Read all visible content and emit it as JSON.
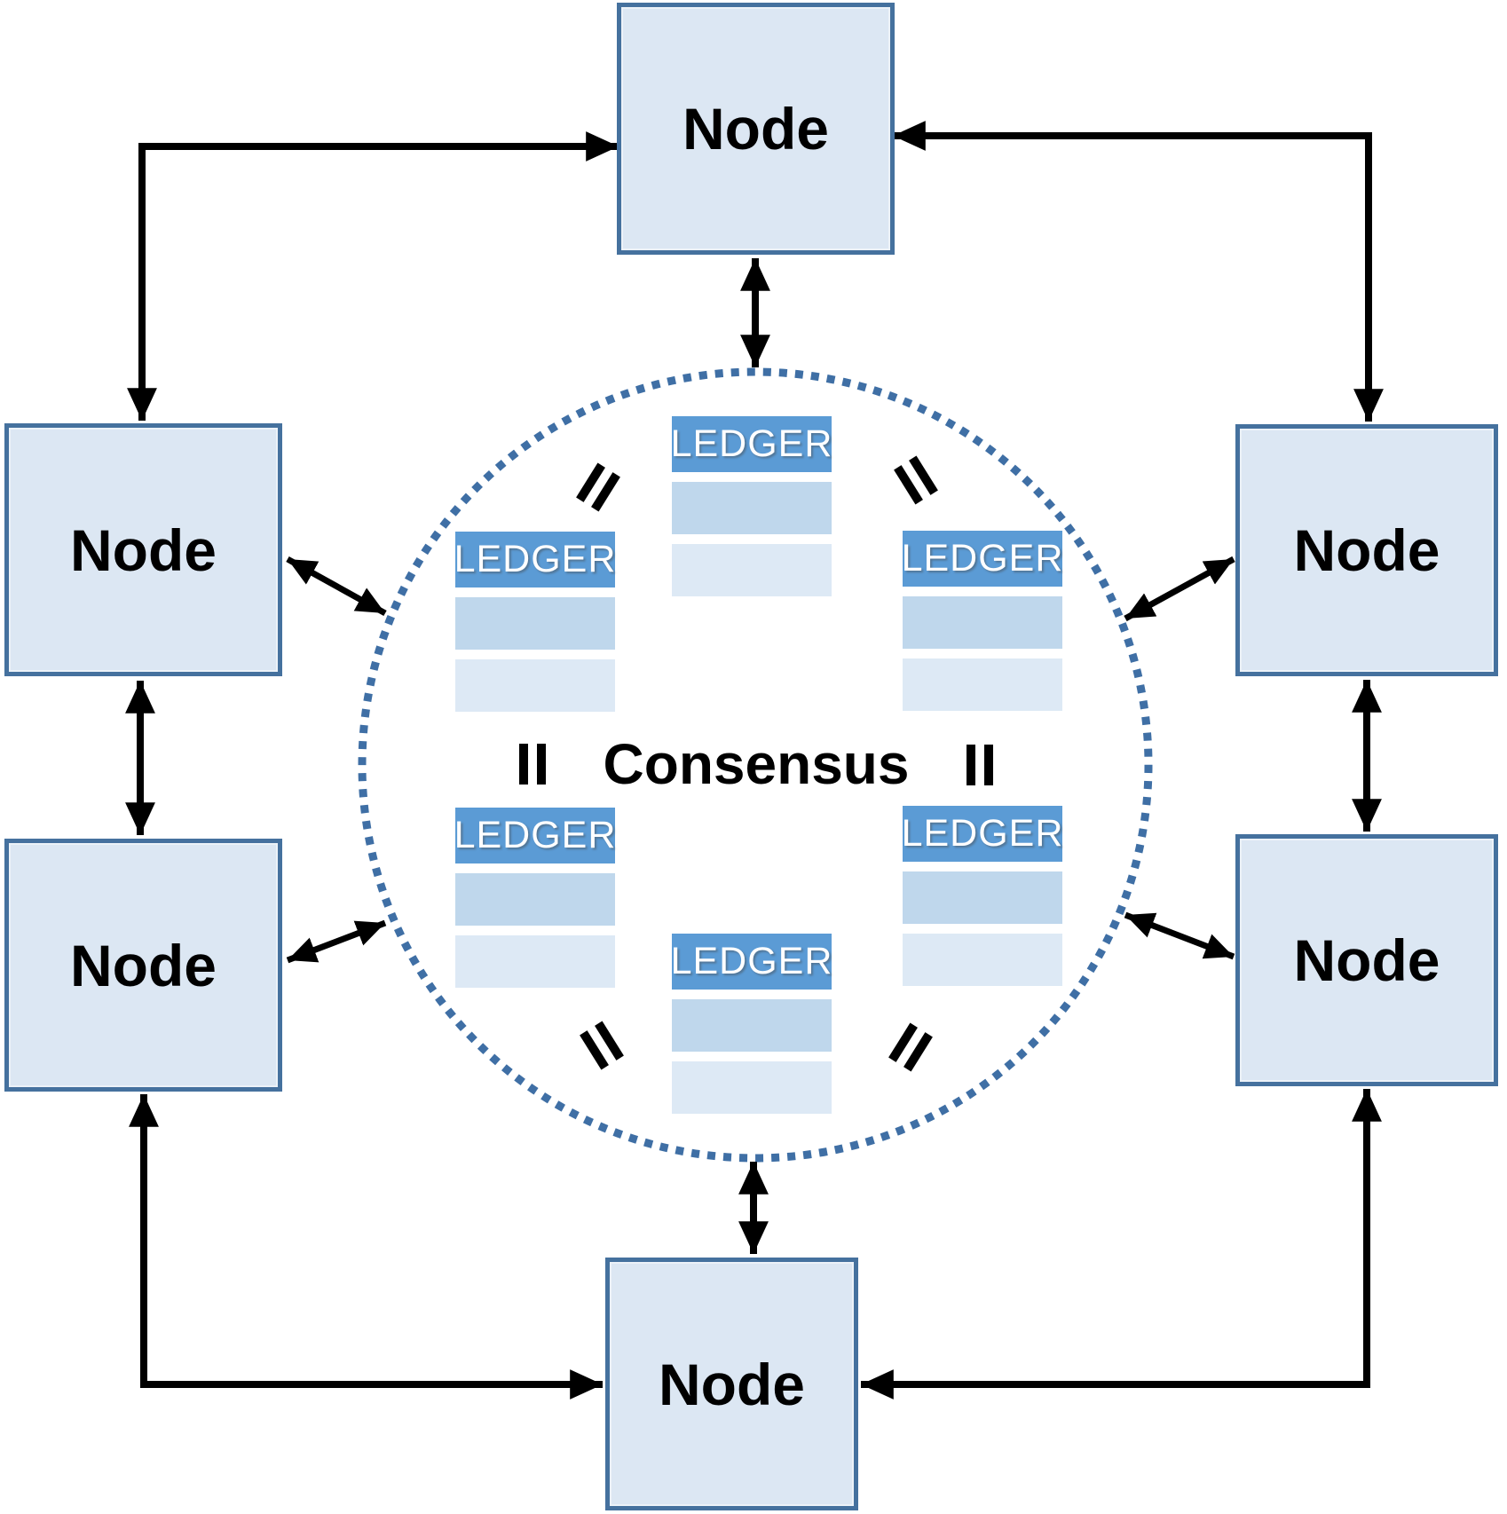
{
  "diagram": {
    "center_label": "Consensus",
    "nodes": [
      {
        "position": "top",
        "label": "Node"
      },
      {
        "position": "upper-left",
        "label": "Node"
      },
      {
        "position": "upper-right",
        "label": "Node"
      },
      {
        "position": "lower-left",
        "label": "Node"
      },
      {
        "position": "lower-right",
        "label": "Node"
      },
      {
        "position": "bottom",
        "label": "Node"
      }
    ],
    "ledgers": [
      {
        "position": "top",
        "label": "LEDGER",
        "rows": 2
      },
      {
        "position": "upper-left",
        "label": "LEDGER",
        "rows": 2
      },
      {
        "position": "upper-right",
        "label": "LEDGER",
        "rows": 2
      },
      {
        "position": "lower-left",
        "label": "LEDGER",
        "rows": 2
      },
      {
        "position": "lower-right",
        "label": "LEDGER",
        "rows": 2
      },
      {
        "position": "bottom",
        "label": "LEDGER",
        "rows": 2
      }
    ],
    "equals_signs_count": 6,
    "connections": {
      "node_to_node_arrows": 6,
      "node_to_circle_arrows": 6,
      "style": "double-headed"
    },
    "colors": {
      "background": "#ffffff",
      "node_fill": "#dce7f3",
      "node_border": "#45719e",
      "ledger_header": "#5b9bd5",
      "ledger_row_1": "#bfd7ec",
      "ledger_row_2": "#dde9f5",
      "circle_dotted": "#3f6fa5",
      "connector": "#000000"
    }
  }
}
